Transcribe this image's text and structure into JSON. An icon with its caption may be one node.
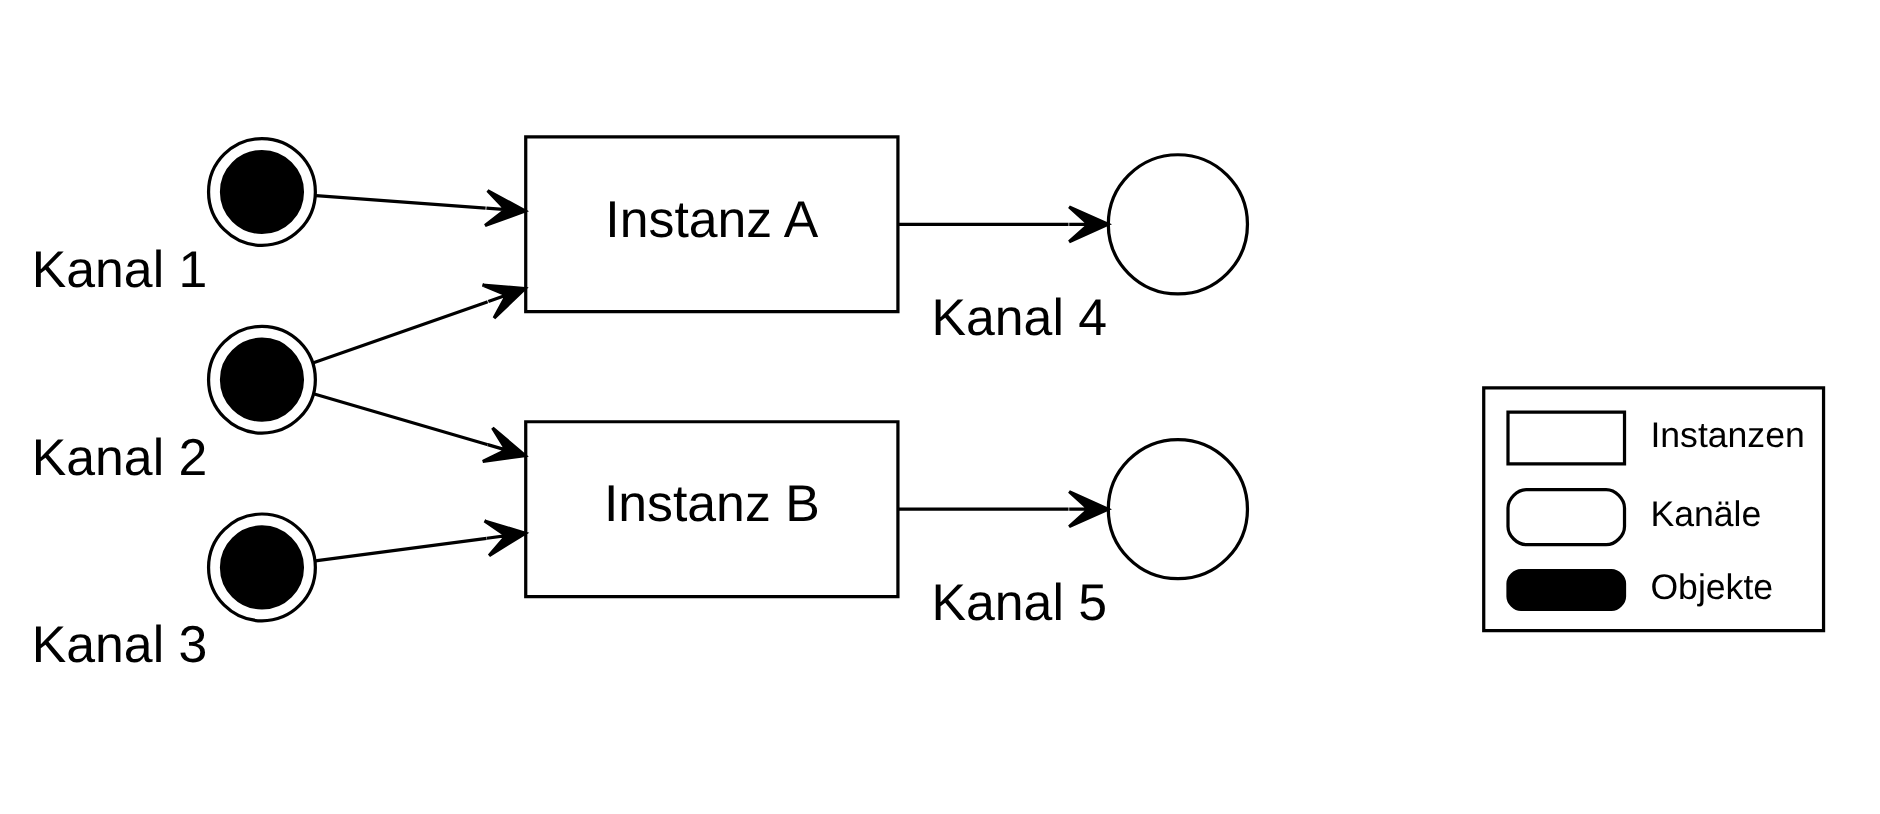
{
  "diagram": {
    "nodes": [
      {
        "text": [],
        "shape": "circle",
        "beside": [
          "Kanal 1"
        ]
      },
      {
        "text": [],
        "shape": "circle",
        "beside": [
          "Kanal 2"
        ]
      },
      {
        "text": [],
        "shape": "circle",
        "beside": [
          "Kanal 3"
        ]
      },
      {
        "text": [
          "Instanz A"
        ]
      },
      {
        "text": [
          "Instanz B"
        ]
      },
      {
        "text": [],
        "shape": "circle",
        "beside": [
          "Kanal 4"
        ]
      },
      {
        "text": [],
        "shape": "circle",
        "beside": [
          "Kanal 5"
        ]
      }
    ],
    "edges": [
      {
        "from": 0,
        "to": 3,
        "arrow": "to"
      },
      {
        "from": 1,
        "to": 3,
        "arrow": "to"
      },
      {
        "from": 1,
        "to": 4,
        "arrow": "to"
      },
      {
        "from": 2,
        "to": 4,
        "arrow": "to"
      },
      {
        "from": 3,
        "to": 5,
        "arrow": "to"
      },
      {
        "from": 4,
        "to": 6,
        "arrow": "to"
      }
    ],
    "legend": [
      {
        "text": "Instanzen"
      },
      {
        "text": "Kanäle"
      },
      {
        "text": "Objekte"
      }
    ]
  }
}
